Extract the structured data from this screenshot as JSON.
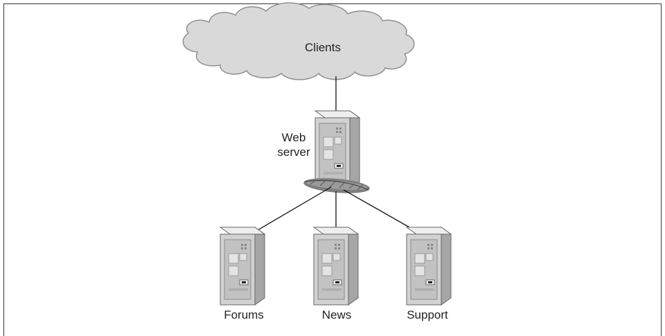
{
  "diagram": {
    "cloud": {
      "label": "Clients"
    },
    "web_server": {
      "label_line1": "Web",
      "label_line2": "server"
    },
    "backends": [
      {
        "label": "Forums"
      },
      {
        "label": "News"
      },
      {
        "label": "Support"
      }
    ]
  },
  "colors": {
    "cloud_fill": "#d9d9d9",
    "cloud_stroke": "#8a8a8a",
    "server_front": "#d4d4d4",
    "server_side": "#a8a8a8",
    "server_top": "#ededed",
    "arrow": "#111111"
  }
}
